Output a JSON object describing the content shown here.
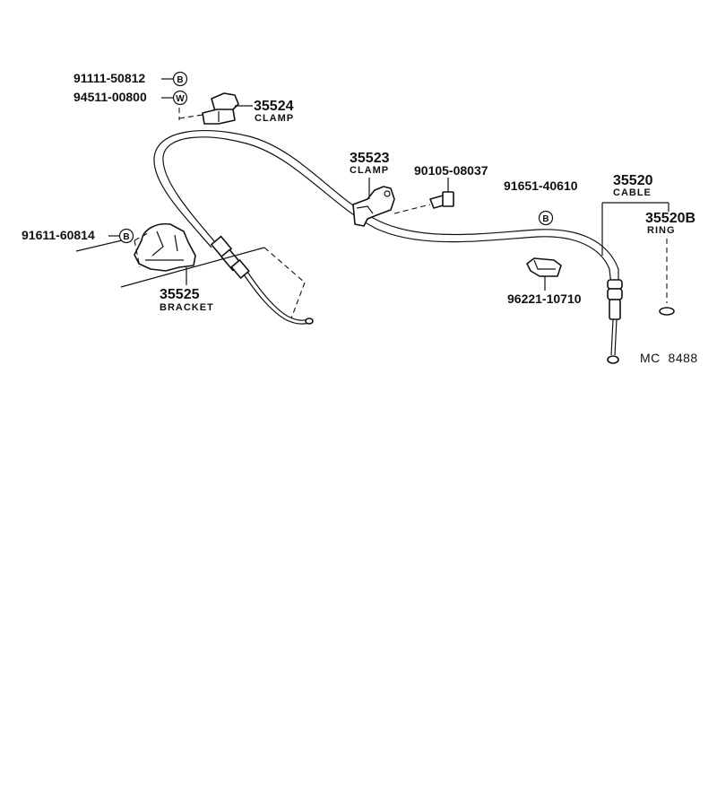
{
  "diagram_ref": "MC  8488",
  "symbols": {
    "bolt_symbol": "B",
    "washer_symbol": "W"
  },
  "parts": {
    "bolt_91111": {
      "number": "91111-50812"
    },
    "washer_94511": {
      "number": "94511-00800"
    },
    "clamp_35524": {
      "number": "35524",
      "name": "CLAMP"
    },
    "clamp_35523": {
      "number": "35523",
      "name": "CLAMP"
    },
    "bolt_90105": {
      "number": "90105-08037"
    },
    "bolt_91651": {
      "number": "91651-40610"
    },
    "cable_35520": {
      "number": "35520",
      "name": "CABLE"
    },
    "ring_35520b": {
      "number": "35520B",
      "name": "RING"
    },
    "bolt_91611": {
      "number": "91611-60814"
    },
    "bracket_35525": {
      "number": "35525",
      "name": "BRACKET"
    },
    "clip_96221": {
      "number": "96221-10710"
    }
  }
}
